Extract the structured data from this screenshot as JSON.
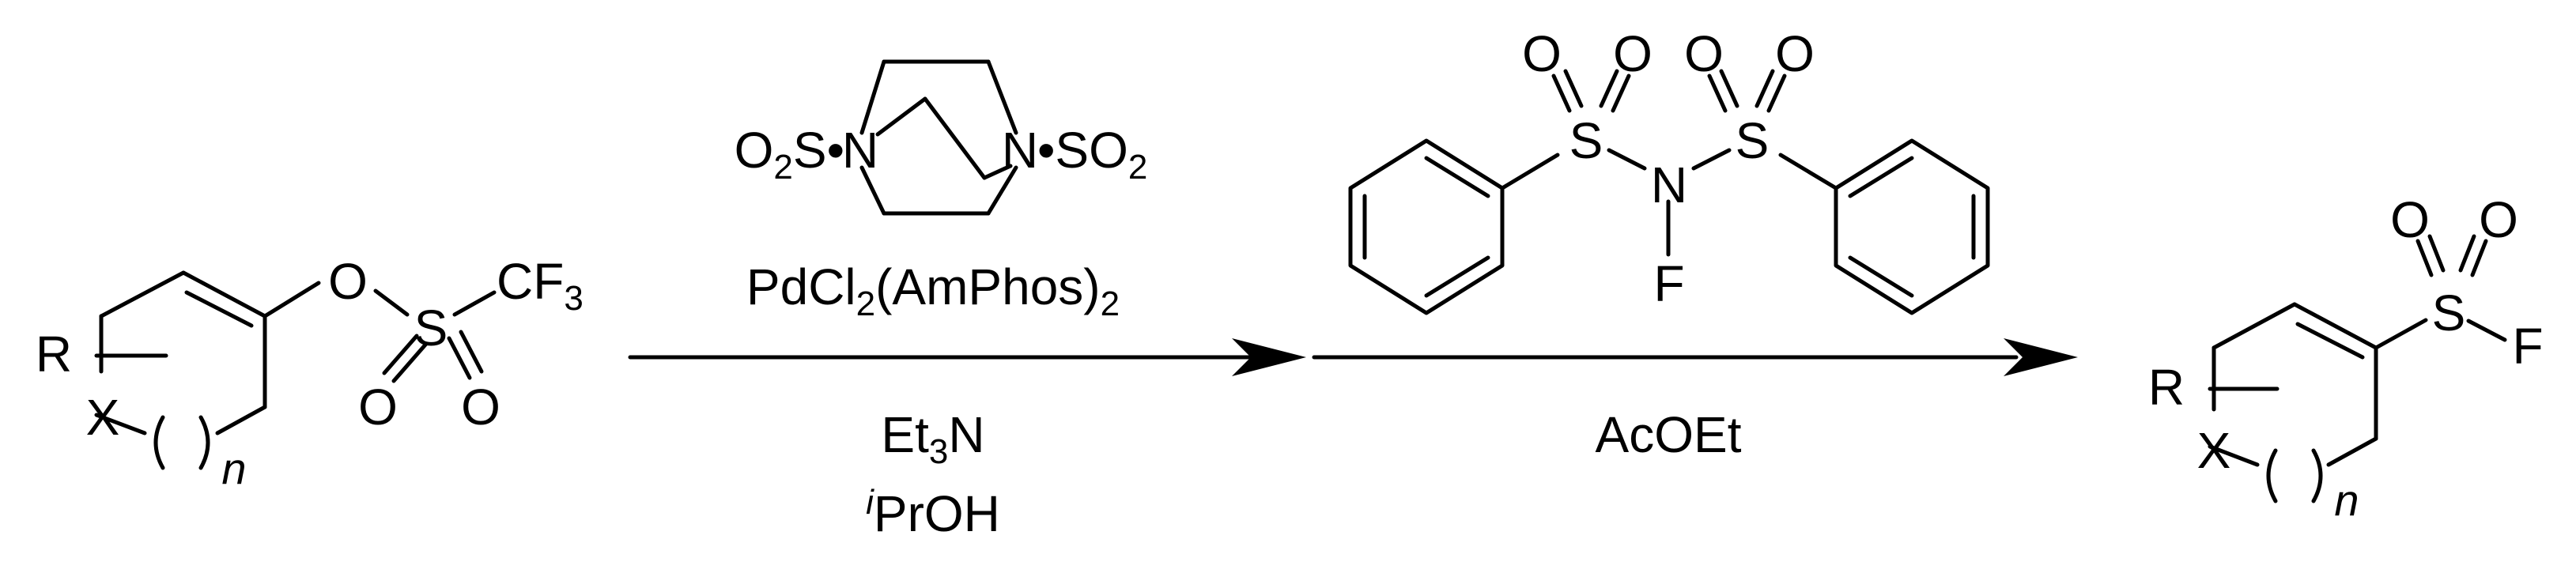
{
  "colors": {
    "ink": "#000000",
    "background": "#ffffff"
  },
  "starting_material": {
    "r": "R",
    "x": "X",
    "o": "O",
    "s": "S",
    "cf3": "CF",
    "cf3_sub": "3",
    "o_top": "O",
    "o_left": "O",
    "o_right": "O",
    "n": "n"
  },
  "reagent_1": {
    "left_o2": "O",
    "left_o2_sub": "2",
    "left_s_dot": "S•",
    "left_n": "N",
    "right_n": "N",
    "right_dot_s": "•SO",
    "right_o2_sub": "2"
  },
  "conditions_1": {
    "catalyst_a": "PdCl",
    "catalyst_sub_a": "2",
    "catalyst_b": "(AmPhos)",
    "catalyst_sub_b": "2",
    "base_a": "Et",
    "base_sub": "3",
    "base_b": "N",
    "solvent_sup": "i",
    "solvent": "PrOH"
  },
  "reagent_2": {
    "o1": "O",
    "o2": "O",
    "o3": "O",
    "o4": "O",
    "s_left": "S",
    "s_right": "S",
    "n": "N",
    "f": "F"
  },
  "conditions_2": {
    "solvent": "AcOEt"
  },
  "product": {
    "r": "R",
    "x": "X",
    "s": "S",
    "f": "F",
    "o_left": "O",
    "o_right": "O",
    "n": "n"
  }
}
